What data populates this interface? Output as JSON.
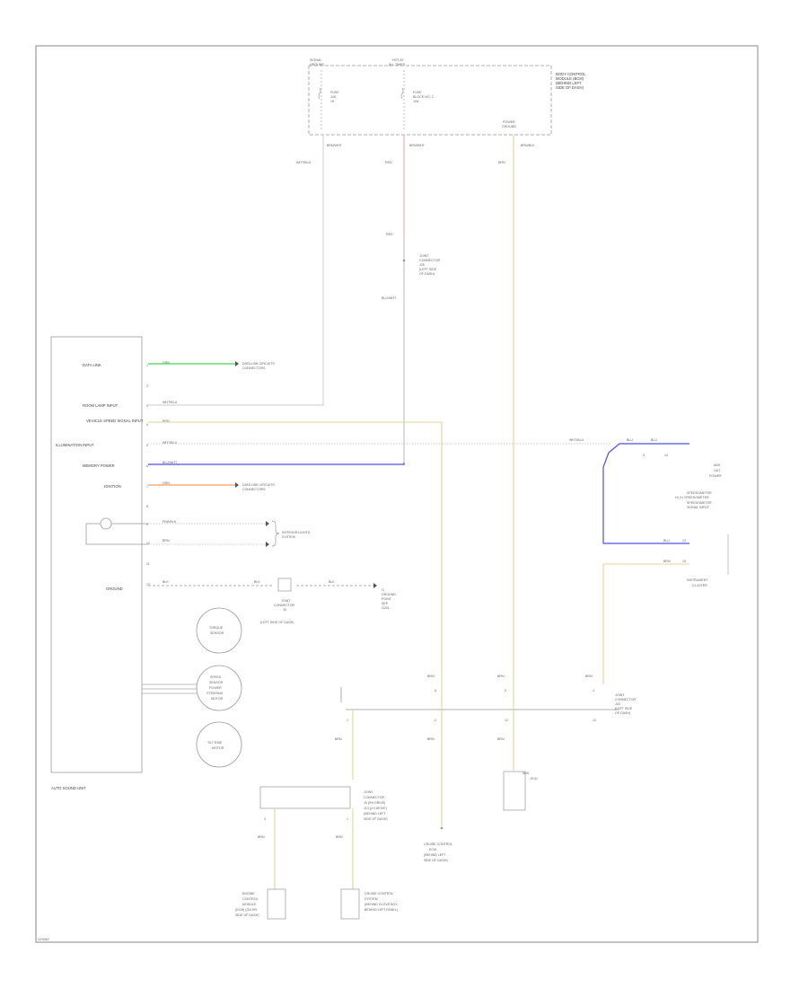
{
  "colors": {
    "frame": "#9a9a9a",
    "wire_gray": "#c8c8c8",
    "pink": "#f2a6b0",
    "tan": "#e2d49c",
    "green": "#43d843",
    "orange": "#f5a25a",
    "blue": "#4f4fe8",
    "dotted": "#bbbbbb"
  },
  "fuse_box": {
    "title_lines": [
      "BODY CONTROL",
      "MODULE (BCM)",
      "(BEHIND LEFT",
      "SIDE OF DASH)"
    ],
    "left_header": [
      "SIGNAL",
      "GROUND"
    ],
    "mid_header": [
      "HOT AT",
      "ALL TIMES"
    ],
    "mid_labels": [
      "FUSE",
      "BLOCK NO. 2",
      "10A"
    ],
    "left_labels": [
      "FUSE",
      "10A",
      "19"
    ],
    "right_header": [
      "POWER",
      "GROUND"
    ],
    "wire_top": [
      "BRN/WHT",
      "BRN/WHT",
      "BRN/BLK"
    ],
    "wire_below": [
      "WHT/BLU",
      "RED",
      "BRN"
    ]
  },
  "connector_mid": {
    "wire_above": "RED",
    "lines": [
      "JOINT",
      "CONNECTOR",
      "J35",
      "(LEFT SIDE",
      "OF DASH)"
    ],
    "wire_below": "BLU/WHT"
  },
  "ecu": {
    "caption": "AUTO SOUND UNIT",
    "pins": [
      {
        "label": "DATA LINK",
        "num": "1",
        "wire": "GRN",
        "color": "green"
      },
      {
        "label": "",
        "num": "2",
        "wire": "",
        "color": ""
      },
      {
        "label": "ROOM LAMP INPUT",
        "num": "3",
        "wire": "WHT/BLU",
        "color": "dotted"
      },
      {
        "label": "VEHICLE SPEED SIGNAL INPUT",
        "num": "4",
        "wire": "BRN",
        "color": "tan"
      },
      {
        "label": "ILLUMINATION INPUT",
        "num": "5",
        "wire": "WHT/BLU",
        "color": "dotted"
      },
      {
        "label": "MEMORY POWER",
        "num": "6",
        "wire": "BLU/WHT",
        "color": "blue"
      },
      {
        "label": "IGNITION",
        "num": "7",
        "wire": "ORN",
        "color": "orange"
      },
      {
        "label": "",
        "num": "8",
        "wire": "",
        "color": ""
      },
      {
        "label": "",
        "num": "9",
        "wire": "PNK/BLK",
        "color": "dotted"
      },
      {
        "label": "",
        "num": "10",
        "wire": "BRN",
        "color": "dotted"
      },
      {
        "label": "",
        "num": "11",
        "wire": "",
        "color": ""
      },
      {
        "label": "GROUND",
        "num": "12",
        "wire": "BLK",
        "color": "gray"
      }
    ],
    "circles": [
      [
        "TORQUE",
        "SENSOR"
      ],
      [
        "SPEED",
        "SENSOR",
        "POWER",
        "STEERING",
        "MOTOR"
      ],
      [
        "TILT RISE",
        "MOTOR"
      ]
    ]
  },
  "refs": {
    "data_link": [
      "DATA LINK CIRCUITS",
      "CONNECTORS"
    ],
    "ignition": [
      "DATA LINK CIRCUITS",
      "CONNECTORS"
    ],
    "interior": [
      "INTERIOR LIGHTS",
      "SYSTEM"
    ],
    "ground_conn": [
      "JOINT",
      "CONNECTOR",
      "J5",
      "(LEFT SIDE OF DASH)"
    ],
    "ground_pt": [
      "G",
      "GROUND",
      "POINT",
      "SEE",
      "G201"
    ],
    "ground_wire": [
      "BLK",
      "BLK"
    ]
  },
  "gauges": {
    "header_wire": "WHT/BLU",
    "wire_labels": [
      "BLU",
      "BLU",
      "BLU",
      "BRN"
    ],
    "pins": [
      "3",
      "14",
      "15",
      "13"
    ],
    "lines": [
      "ABS",
      "OUT",
      "POWER",
      "SPEEDOMETER",
      "HI (+) SPEEDOMETER",
      "SPEEDOMETER",
      "SIGNAL INPUT"
    ],
    "caption": [
      "INSTRUMENT",
      "CLUSTER"
    ]
  },
  "bottom_conn": {
    "wires_top": [
      "BRN",
      "BRN",
      "BRN"
    ],
    "pins_top": [
      "6",
      "5",
      "4"
    ],
    "label": [
      "JOINT",
      "CONNECTOR",
      "J33",
      "(LEFT SIDE",
      "OF DASH)"
    ],
    "wires_bottom": [
      "BRN",
      "BRN",
      "BRN"
    ],
    "pins_bottom": [
      "2",
      "12",
      "13"
    ],
    "left_pin": "1"
  },
  "jc_lower": {
    "label": [
      "JOINT",
      "CONNECTOR",
      "J9 (RH DRIVE)",
      "J13 (LH DRIVE)",
      "(BEHIND LEFT",
      "SIDE OF DASH)"
    ],
    "pins": [
      "3",
      "1"
    ],
    "wires": [
      "BRN",
      "BRN"
    ]
  },
  "modules": {
    "ecm": [
      "CRUISE CONTROL",
      "ECM",
      "(BEHIND LEFT",
      "SIDE OF DASH)"
    ],
    "left": [
      "ENGINE",
      "CONTROL",
      "MODULE",
      "(ECM) (ON RH",
      "SIDE OF DASH)"
    ],
    "center": [
      "CRUISE CONTROL",
      "SYSTEM",
      "(BEHIND GLOVE BOX",
      "BEHIND LEFT PANEL)"
    ],
    "right": [
      "ABS",
      "ECU"
    ]
  },
  "footer": "G29462"
}
